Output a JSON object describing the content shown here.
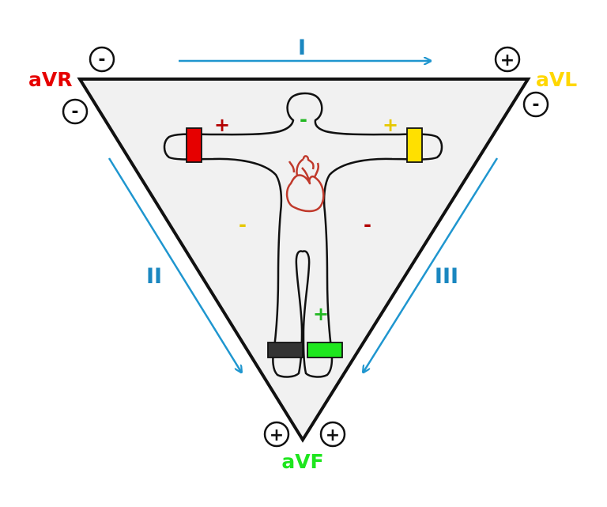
{
  "colors": {
    "arrow": "#1f96cf",
    "triangle_fill": "#f1f1f1",
    "triangle_stroke": "#111111",
    "red": "#e60000",
    "yellow": "#ffe000",
    "green": "#1ee61e",
    "black_electrode": "#333333",
    "heart": "#c0392b",
    "dark_red_sign": "#b30000",
    "yellow_sign": "#e6c800",
    "green_sign": "#22b822"
  },
  "corners": {
    "avr": "aVR",
    "avl": "aVL",
    "avf": "aVF"
  },
  "leads": {
    "lead_i": "I",
    "lead_ii": "II",
    "lead_iii": "III"
  },
  "poles": {
    "avr_top": "-",
    "avr_side": "-",
    "avl_top": "+",
    "avl_side": "-",
    "avf_left": "+",
    "avf_right": "+"
  },
  "electrode_signs": {
    "right_arm": "+",
    "head": "-",
    "left_arm": "+",
    "left_side_yellow": "-",
    "right_side_red": "-",
    "left_leg": "+"
  },
  "icons": {
    "body": "human-body-outline-icon",
    "heart": "heart-icon"
  }
}
